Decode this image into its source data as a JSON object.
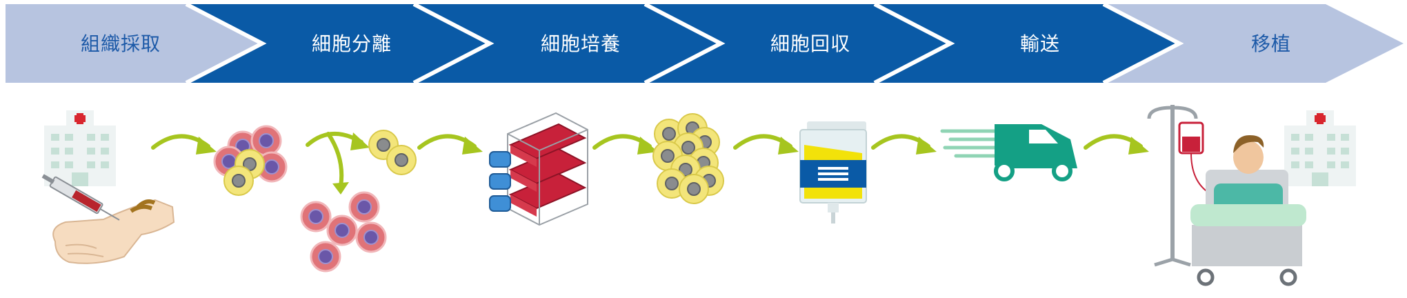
{
  "steps": [
    {
      "label": "組織採取",
      "style": "light"
    },
    {
      "label": "細胞分離",
      "style": "dark"
    },
    {
      "label": "細胞培養",
      "style": "dark"
    },
    {
      "label": "細胞回収",
      "style": "dark"
    },
    {
      "label": "輸送",
      "style": "dark"
    },
    {
      "label": "移植",
      "style": "light"
    }
  ],
  "colors": {
    "dark_chevron": "#0a5aa6",
    "light_chevron": "#b7c4e0",
    "dark_text": "#ffffff",
    "light_text": "#1d5aa8",
    "arrow_green": "#a6c51f",
    "cell_red": "#e07378",
    "cell_yellow": "#f1e36a",
    "flask_red": "#c8213a",
    "truck_green": "#14a085",
    "bag_blue": "#0a5aa6"
  },
  "icons": [
    "hospital-icon",
    "syringe-icon",
    "hand-icon",
    "cell-cluster-icon",
    "flask-stack-icon",
    "cell-bag-icon",
    "truck-icon",
    "iv-stand-icon",
    "patient-bed-icon"
  ],
  "bag_label_icon": "list-lines-icon"
}
